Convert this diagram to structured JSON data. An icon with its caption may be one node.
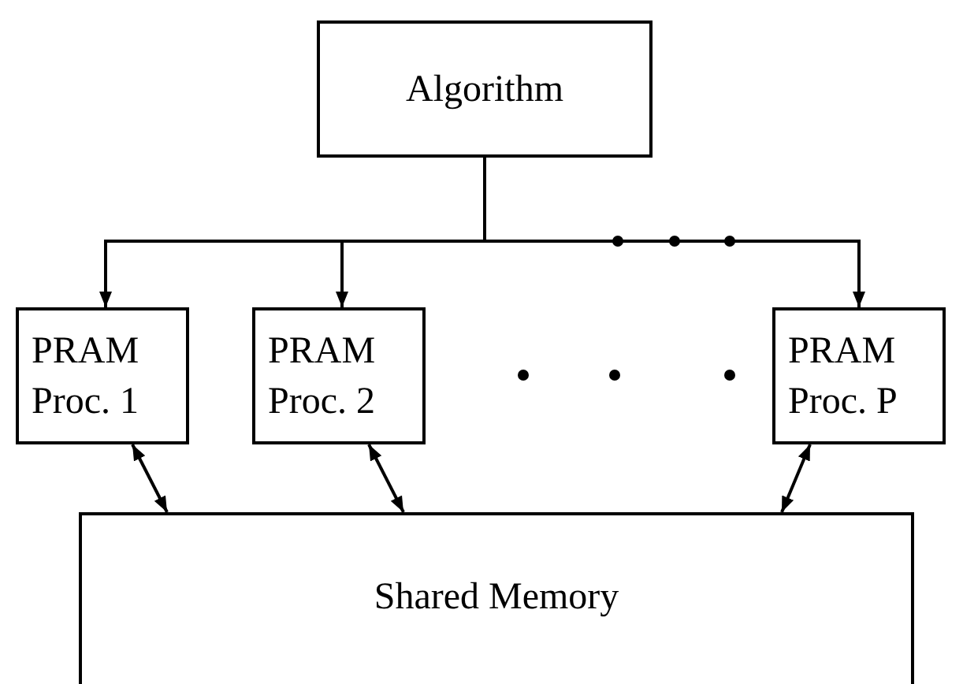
{
  "diagram": {
    "nodes": [
      {
        "text": [
          "Algorithm"
        ]
      },
      {
        "text": [
          "PRAM Proc. 1"
        ]
      },
      {
        "text": [
          "PRAM Proc. 2"
        ]
      },
      {
        "text": [
          "PRAM Proc. P"
        ]
      },
      {
        "text": [
          "Shared Memory"
        ]
      }
    ],
    "edges": [
      {
        "from": 0,
        "to": 1,
        "arrow": "to"
      },
      {
        "from": 0,
        "to": 2,
        "arrow": "to"
      },
      {
        "from": 0,
        "to": 3,
        "arrow": "to"
      },
      {
        "from": 1,
        "to": 4,
        "arrow": "both"
      },
      {
        "from": 2,
        "to": 4,
        "arrow": "both"
      },
      {
        "from": 3,
        "to": 4,
        "arrow": "both"
      }
    ]
  }
}
